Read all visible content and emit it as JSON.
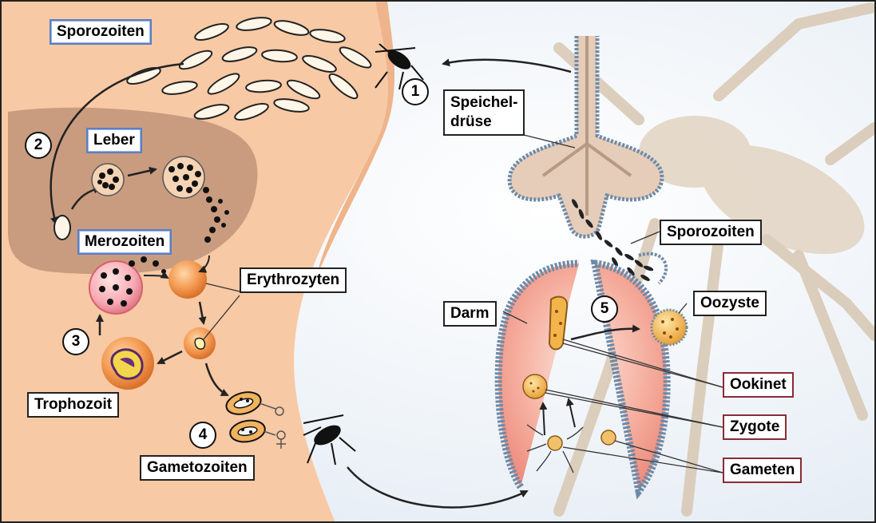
{
  "labels": {
    "sporozoiten_top": "Sporozoiten",
    "leber": "Leber",
    "merozoiten": "Merozoiten",
    "erythrozyten": "Erythrozyten",
    "trophozoit": "Trophozoit",
    "gametozoiten": "Gametozoiten",
    "speicheldruese_line1": "Speichel-",
    "speicheldruese_line2": "drüse",
    "sporozoiten_gland": "Sporozoiten",
    "darm": "Darm",
    "oozyste": "Oozyste",
    "ookinet": "Ookinet",
    "zygote": "Zygote",
    "gameten": "Gameten"
  },
  "steps": [
    "1",
    "2",
    "3",
    "4",
    "5"
  ],
  "colors": {
    "skin": "#f7c9a4",
    "skin_shadow": "#efb48b",
    "liver": "#c69a7e",
    "gut": "#f3a08f",
    "gut_wall": "#6e8aa8",
    "mosquito_ghost": "#d8c7b2",
    "label_blue_border": "#5b7fc4",
    "label_red_border": "#8a2b35",
    "cell_orange": "#f08a3c",
    "parasite_dark": "#1a1a1a"
  }
}
